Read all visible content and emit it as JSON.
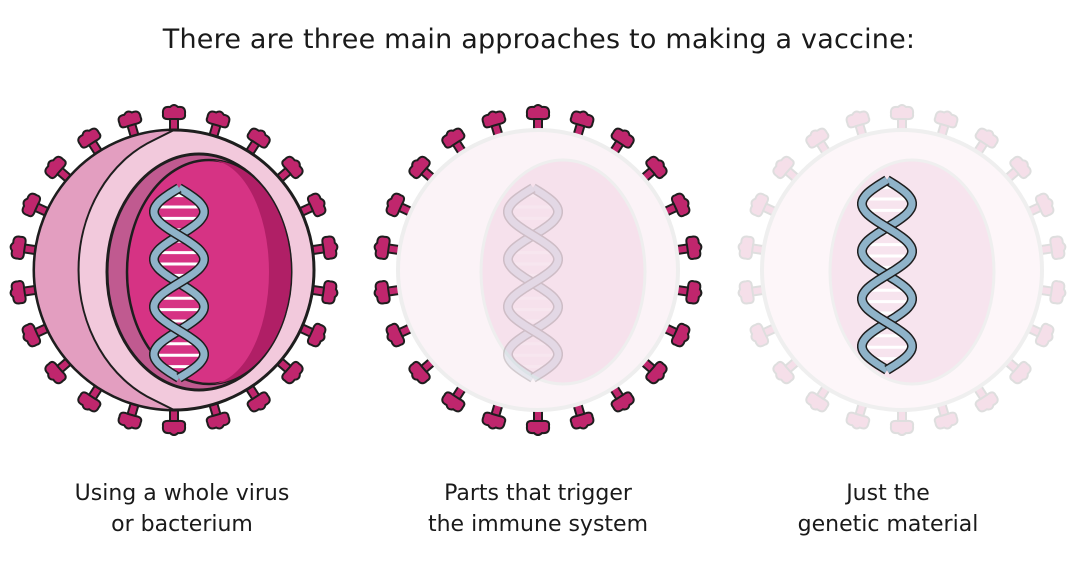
{
  "title": "There are three main approaches to making a vaccine:",
  "panels": [
    {
      "caption_line1": "Using a whole virus",
      "caption_line2": "or bacterium"
    },
    {
      "caption_line1": "Parts that trigger",
      "caption_line2": "the immune system"
    },
    {
      "caption_line1": "Just the",
      "caption_line2": "genetic material"
    }
  ],
  "colors": {
    "spike": "#c0266d",
    "spike_stroke": "#1e1e1e",
    "shell_outer": "#f2c9dc",
    "shell_side": "#e39ec0",
    "core": "#d63384",
    "core_shadow": "#b01f66",
    "core_pale": "#f6e1ec",
    "shell_pale": "#fbf0f5",
    "dna": "#8fb3c9"
  }
}
